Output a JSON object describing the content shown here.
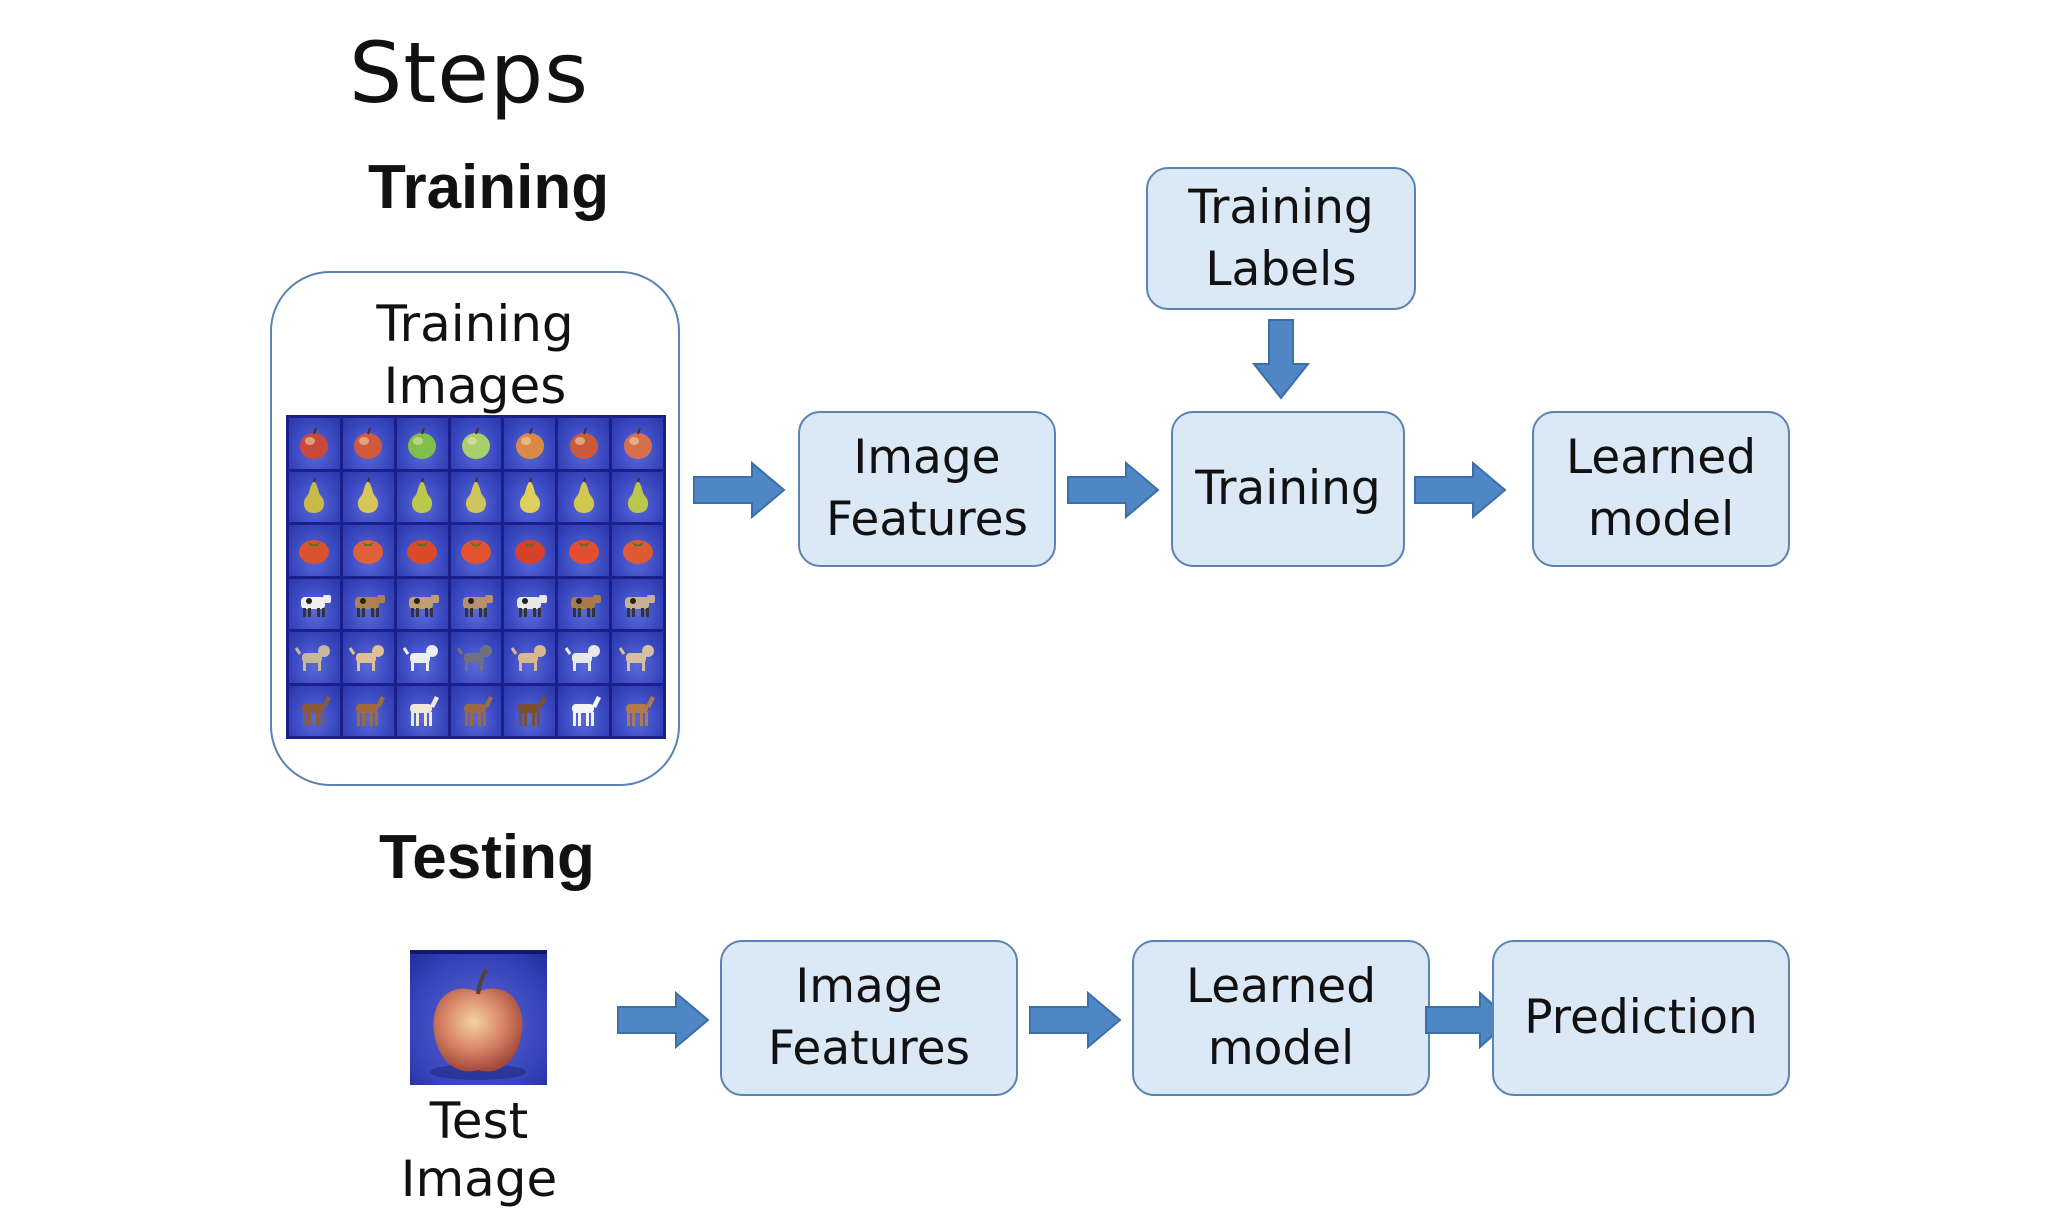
{
  "slide": {
    "title": "Steps"
  },
  "training": {
    "heading": "Training",
    "images_label": "Training Images",
    "images_label_line1": "Training",
    "images_label_line2": "Images",
    "features_line1": "Image",
    "features_line2": "Features",
    "labels_line1": "Training",
    "labels_line2": "Labels",
    "training_label": "Training",
    "model_line1": "Learned",
    "model_line2": "model"
  },
  "testing": {
    "heading": "Testing",
    "test_image_label": "Test Image",
    "features_line1": "Image",
    "features_line2": "Features",
    "model_line1": "Learned",
    "model_line2": "model",
    "prediction_label": "Prediction"
  },
  "colors": {
    "box_fill": "#dbe9f7",
    "box_border": "#5b82b3",
    "arrow": "#4f86c6",
    "image_bg": "#3a48c0"
  },
  "grid_rows": [
    "apple",
    "pear",
    "tomato",
    "cow",
    "dog",
    "horse"
  ]
}
